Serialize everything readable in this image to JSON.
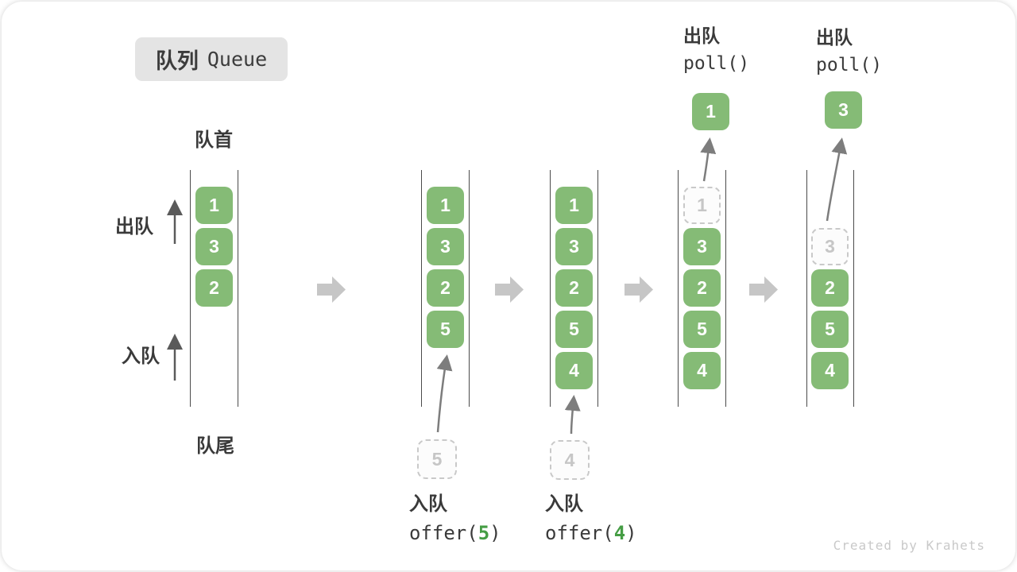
{
  "title": {
    "zh": "队列",
    "en": "Queue"
  },
  "labels": {
    "front": "队首",
    "rear": "队尾",
    "dequeue": "出队",
    "enqueue": "入队"
  },
  "colors": {
    "box_green": "#85bb76",
    "code_green": "#459d44",
    "title_bg": "#e4e4e4",
    "text": "#3a3a3a",
    "muted_gray": "#c6c6c6"
  },
  "states": [
    {
      "slots": [
        "1",
        "3",
        "2"
      ]
    },
    {
      "slots": [
        "1",
        "3",
        "2",
        "5"
      ],
      "incoming": "5"
    },
    {
      "slots": [
        "1",
        "3",
        "2",
        "5",
        "4"
      ],
      "incoming": "4"
    },
    {
      "ghost": "1",
      "slots": [
        "3",
        "2",
        "5",
        "4"
      ],
      "out": "1"
    },
    {
      "ghost": "3",
      "slots": [
        "2",
        "5",
        "4"
      ],
      "out": "3"
    }
  ],
  "operations": [
    {
      "zh": "入队",
      "code_pre": "offer(",
      "arg": "5",
      "code_post": ")"
    },
    {
      "zh": "入队",
      "code_pre": "offer(",
      "arg": "4",
      "code_post": ")"
    },
    {
      "zh": "出队",
      "code": "poll()"
    },
    {
      "zh": "出队",
      "code": "poll()"
    }
  ],
  "watermark": "Created by Krahets"
}
